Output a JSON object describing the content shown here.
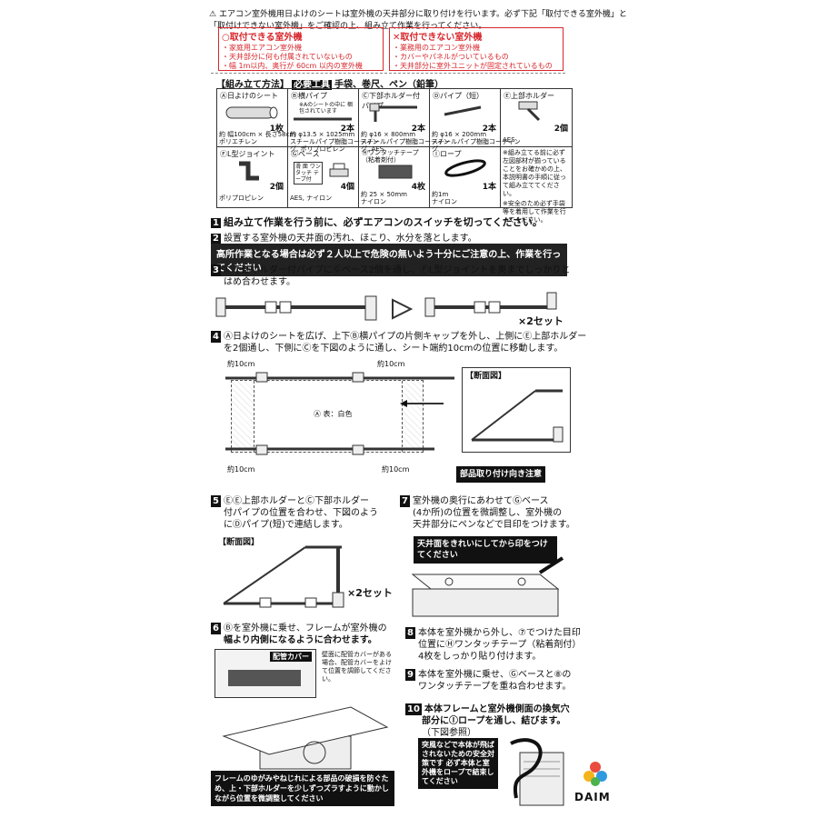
{
  "header": {
    "warning_line1": "エアコン室外機用日よけのシートは室外機の天井部分に取り付けを行います。必ず下記「取付できる室外機」と",
    "warning_line2": "「取付けできない室外機」をご確認の上、組み立て作業を行ってください。",
    "ok_title": "取付できる室外機",
    "ok_items": [
      "・家庭用エアコン室外機",
      "・天井部分に何も付属されていないもの",
      "・幅 1m以内、奥行が 60cm 以内の室外機"
    ],
    "ng_title": "取付できない室外機",
    "ng_items": [
      "・業務用のエアコン室外機",
      "・カバーやパネルがついているもの",
      "・天井部分に室外ユニットが固定されているもの"
    ]
  },
  "tools": {
    "label": "【組み立て方法】",
    "required": "必要工具",
    "list": "手袋、巻尺、ペン（鉛筆）"
  },
  "parts": [
    {
      "id": "A",
      "name": "日よけのシート",
      "count": "1枚",
      "spec": "約 幅100cm × 長さ58cm",
      "material": "ポリエチレン"
    },
    {
      "id": "B",
      "name": "横パイプ",
      "count": "2本",
      "note": "※Aのシートの中に 梱包されています",
      "spec": "約 φ13.5 × 1025mm",
      "material": "スチールパイプ樹脂コーティング, ポリプロピレン"
    },
    {
      "id": "C",
      "name": "下部ホルダー付パイプ",
      "count": "2本",
      "spec": "約 φ16 × 800mm",
      "material": "スチールパイプ樹脂コーティング, AES"
    },
    {
      "id": "D",
      "name": "パイプ（短）",
      "count": "2本",
      "spec": "約 φ16 × 200mm",
      "material": "スチールパイプ樹脂コーティング"
    },
    {
      "id": "E",
      "name": "上部ホルダー",
      "count": "2個",
      "spec": "",
      "material": "AES"
    },
    {
      "id": "F",
      "name": "L型ジョイント",
      "count": "2個",
      "spec": "",
      "material": "ポリプロピレン"
    },
    {
      "id": "G",
      "name": "ベース",
      "count": "4個",
      "note": "滑 面 ワンタッチ テープ付",
      "spec": "",
      "material": "AES, ナイロン"
    },
    {
      "id": "H",
      "name": "ワンタッチテープ（粘着剤付）",
      "count": "4枚",
      "spec": "約 25 × 50mm",
      "material": "ナイロン"
    },
    {
      "id": "I",
      "name": "ロープ",
      "count": "1本",
      "spec": "約1m",
      "material": "ナイロン"
    }
  ],
  "side_note": {
    "line1": "※組み立てる前に必ず左図部材が揃っていることをお確かめの上、本説明書の手順に従って組み立ててください。",
    "line2": "※安全のため必ず手袋等を着用して作業を行ってください。"
  },
  "steps": {
    "s1": "組み立て作業を行う前に、必ずエアコンのスイッチを切ってください。",
    "s2": "設置する室外機の天井面の汚れ、ほこり、水分を落とします。",
    "s2_bar": "高所作業となる場合は必ず２人以上で危険の無いよう十分にご注意の上、作業を行ってください",
    "s3_line1": "Ⓒ下部ホルダー付パイプにⒼベース2個を通し、ⒻL型ジョイントを奥までしっかりと",
    "s3_line2": "はめ合わせます。",
    "s3_times": "×2セット",
    "s4_line1": "Ⓐ日よけのシートを広げ、上下Ⓑ横パイプの片側キャップを外し、上側にⒺ上部ホルダー",
    "s4_line2": "を2個通し、下側にⒸを下図のように通し、シート端約10cmの位置に移動します。",
    "s4_10cm": "約10cm",
    "s4_sheet": "Ⓐ 表：白色",
    "s4_section": "【断面図】",
    "s4_orient": "部品取り付け向き注意",
    "s5_line1": "ⒺⒺ上部ホルダーとⒸ下部ホルダー",
    "s5_line2": "付パイプの位置を合わせ、下図のよう",
    "s5_line3": "にⒹパイプ(短)で連結します。",
    "s5_section": "【断面図】",
    "s5_times": "×2セット",
    "s6_line1": "Ⓑを室外機に乗せ、フレームが室外機の",
    "s6_line2": "幅より内側になるように合わせます。",
    "s6_cover": "配管カバー",
    "s6_cover_note": "壁面に配管カバーがある場合、配管カバーをよけて位置を調節してください。",
    "s6_warn": "フレームのゆがみやねじれによる部品の破損を防ぐため、上・下部ホルダーを少しずつズラすように動かしながら位置を微調整してください",
    "s7_line1": "室外機の奥行にあわせてⒼベース",
    "s7_line2": "(4か所)の位置を微調整し、室外機の",
    "s7_line3": "天井部分にペンなどで目印をつけます。",
    "s7_bar": "天井面をきれいにしてから印をつけてください",
    "s8_line1": "本体を室外機から外し、⑦でつけた目印",
    "s8_line2": "位置にⒽワンタッチテープ（粘着剤付）",
    "s8_line3": "4枚をしっかり貼り付けます。",
    "s9_line1": "本体を室外機に乗せ、Ⓖベースと⑧の",
    "s9_line2": "ワンタッチテープを重ね合わせます。",
    "s10_line1": "本体フレームと室外機側面の換気穴",
    "s10_line2": "部分にⒾロープを通し、結びます。",
    "s10_line3": "（下図参照）",
    "s10_callout": "突風などで本体が飛ばされないための安全対策です 必ず本体と室外機をロープで結束してください"
  },
  "brand": "DAIM"
}
